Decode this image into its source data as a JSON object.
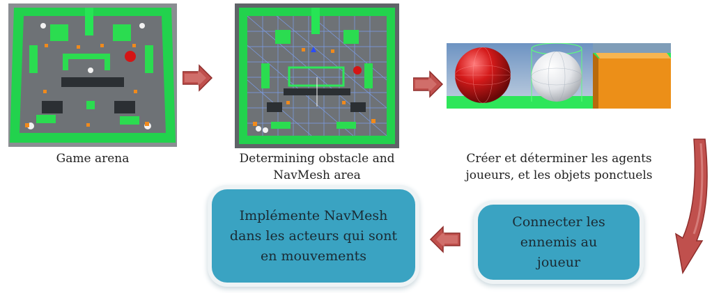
{
  "captions": {
    "arena": "Game arena",
    "navmesh_line1": "Determining obstacle and",
    "navmesh_line2": "NavMesh area",
    "agents_line1": "Créer et déterminer les agents",
    "agents_line2": "joueurs, et les objets ponctuels"
  },
  "steps": {
    "connect": "Connecter les ennemis au joueur",
    "implement": "Implémente NavMesh dans les acteurs qui sont en mouvements"
  },
  "colors": {
    "arrow": "#c0504d",
    "box": "#3aa3c2",
    "wall": "#2ee65a",
    "floor": "#6e7276",
    "obstacle": "#2b2f33"
  }
}
